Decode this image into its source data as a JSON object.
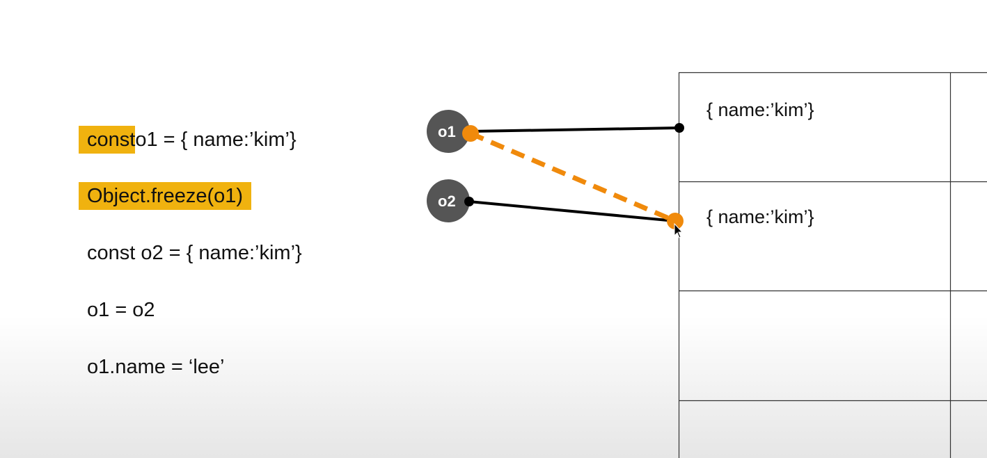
{
  "code": {
    "line1": {
      "keyword": "const",
      "rest": "o1 = { name:’kim’}"
    },
    "line2": {
      "text": "Object.freeze(o1)"
    },
    "line3": {
      "text": "const o2 = { name:’kim’}"
    },
    "line4": {
      "text": "o1 = o2"
    },
    "line5": {
      "text": "o1.name = ‘lee’"
    }
  },
  "variables": {
    "o1": "o1",
    "o2": "o2"
  },
  "memory": {
    "cells": [
      "{ name:’kim’}",
      "{ name:’kim’}",
      "",
      ""
    ]
  },
  "colors": {
    "highlight": "#f0b20f",
    "variable_circle": "#555555",
    "pointer_dot": "#f08a0c",
    "reference_line": "#000000"
  }
}
